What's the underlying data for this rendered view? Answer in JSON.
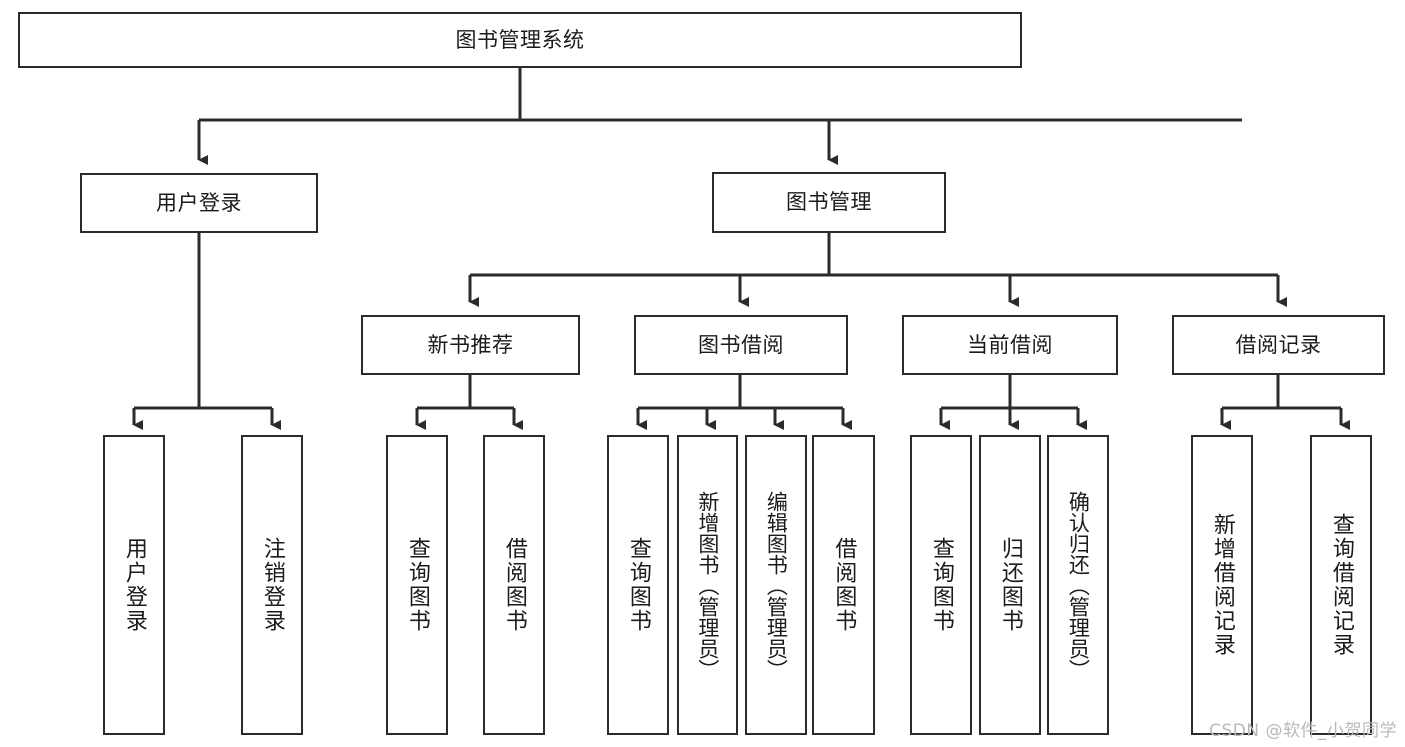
{
  "diagram": {
    "type": "tree-hierarchy",
    "title": "图书管理系统",
    "colors": {
      "stroke": "#2b2b2b",
      "fill": "#ffffff",
      "text": "#1b1b1b",
      "watermark": "#b9b9b9"
    },
    "root": {
      "label": "图书管理系统"
    },
    "level2": [
      {
        "label": "用户登录"
      },
      {
        "label": "图书管理"
      }
    ],
    "level3": [
      {
        "label": "新书推荐"
      },
      {
        "label": "图书借阅"
      },
      {
        "label": "当前借阅"
      },
      {
        "label": "借阅记录"
      }
    ],
    "leaves": {
      "user_login": [
        {
          "label": "用户登录"
        },
        {
          "label": "注销登录"
        }
      ],
      "new_book_recommend": [
        {
          "label": "查询图书"
        },
        {
          "label": "借阅图书"
        }
      ],
      "book_borrow": [
        {
          "label": "查询图书"
        },
        {
          "label": "新增图书（管理员）"
        },
        {
          "label": "编辑图书（管理员）"
        },
        {
          "label": "借阅图书"
        }
      ],
      "current_borrow": [
        {
          "label": "查询图书"
        },
        {
          "label": "归还图书"
        },
        {
          "label": "确认归还（管理员）"
        }
      ],
      "borrow_record": [
        {
          "label": "新增借阅记录"
        },
        {
          "label": "查询借阅记录"
        }
      ]
    }
  },
  "watermark": {
    "text": "CSDN @软件_小贺同学"
  }
}
